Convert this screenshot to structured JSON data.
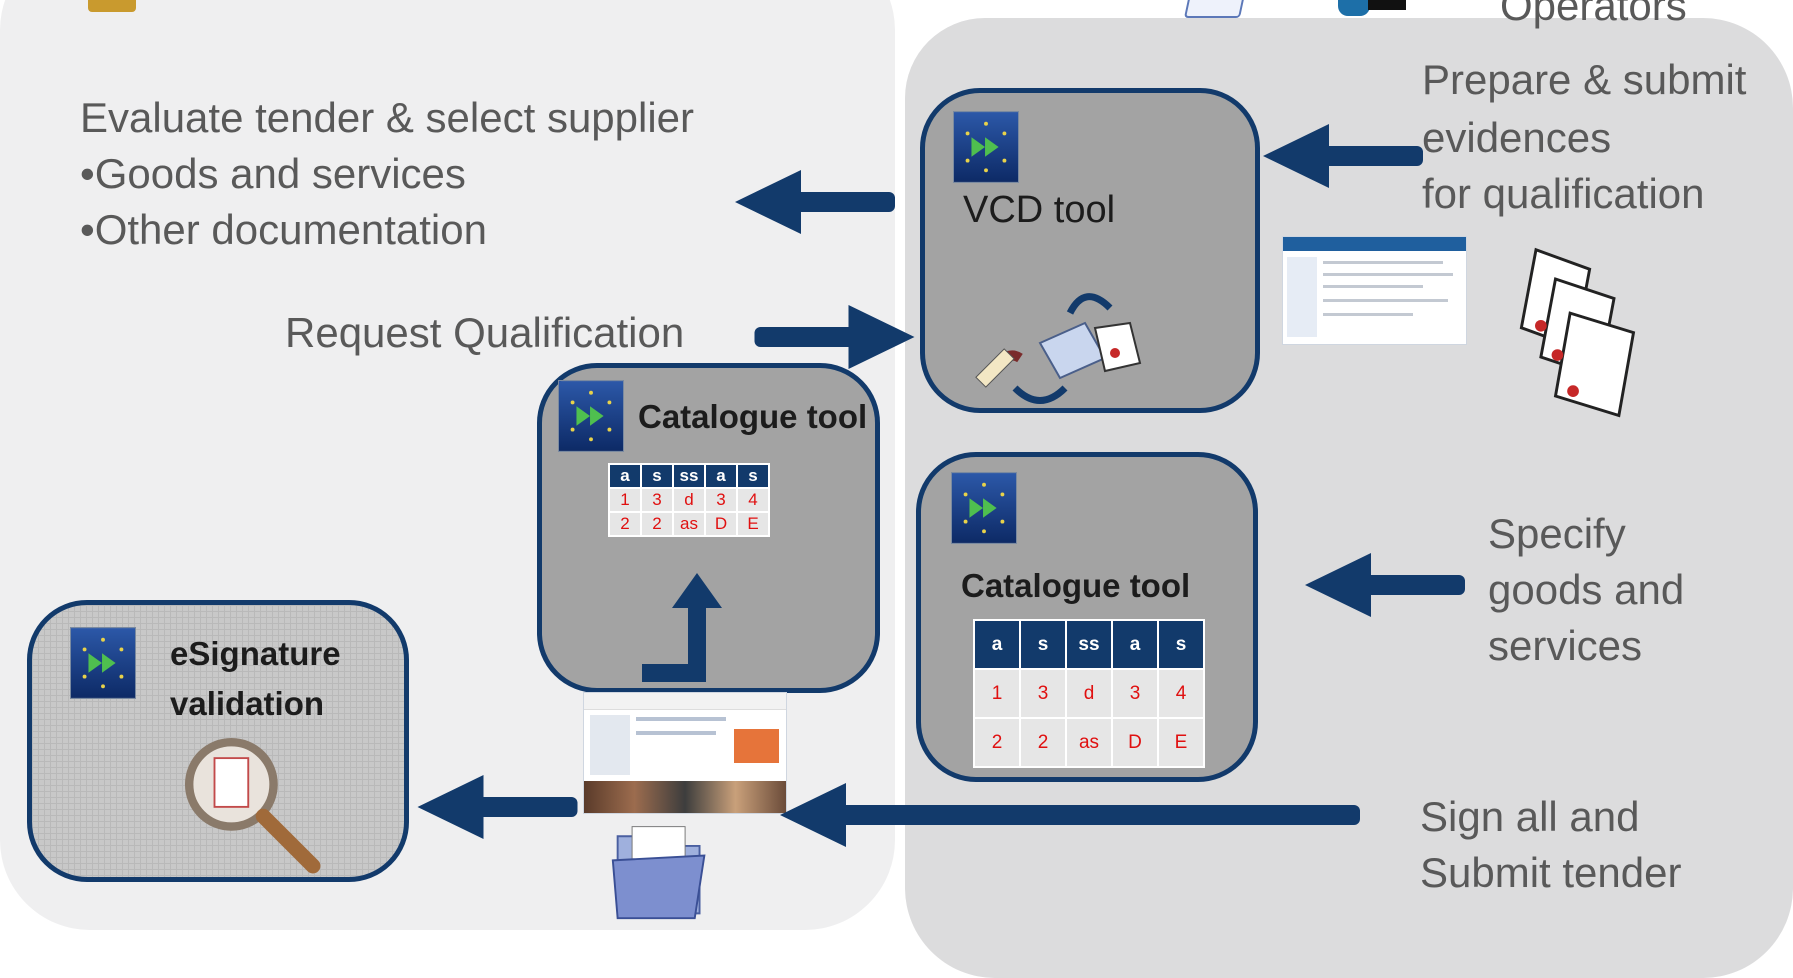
{
  "top_label": "Operators",
  "left_text": {
    "heading": "Evaluate tender & select supplier",
    "bullet_1": "•Goods and services",
    "bullet_2": "•Other documentation"
  },
  "request_label": "Request Qualification",
  "right_texts": {
    "prepare_1": "Prepare & submit",
    "prepare_2": "evidences",
    "prepare_3": "for qualification",
    "specify_1": "Specify",
    "specify_2": "goods and",
    "specify_3": "services",
    "sign_1": "Sign all and",
    "sign_2": "Submit tender"
  },
  "vcd_tool": {
    "title": "VCD tool"
  },
  "catalogue_small": {
    "title": "Catalogue tool",
    "headers": [
      "a",
      "s",
      "ss",
      "a",
      "s"
    ],
    "rows": [
      [
        "1",
        "3",
        "d",
        "3",
        "4"
      ],
      [
        "2",
        "2",
        "as",
        "D",
        "E"
      ]
    ]
  },
  "catalogue_large": {
    "title": "Catalogue tool",
    "headers": [
      "a",
      "s",
      "ss",
      "a",
      "s"
    ],
    "rows": [
      [
        "1",
        "3",
        "d",
        "3",
        "4"
      ],
      [
        "2",
        "2",
        "as",
        "D",
        "E"
      ]
    ]
  },
  "esignature": {
    "title_1": "eSignature",
    "title_2": "validation"
  },
  "colors": {
    "arrow": "#123a6b",
    "tool_border": "#123a6b",
    "tool_fill": "#a3a3a3",
    "cell_text": "#e01010"
  }
}
